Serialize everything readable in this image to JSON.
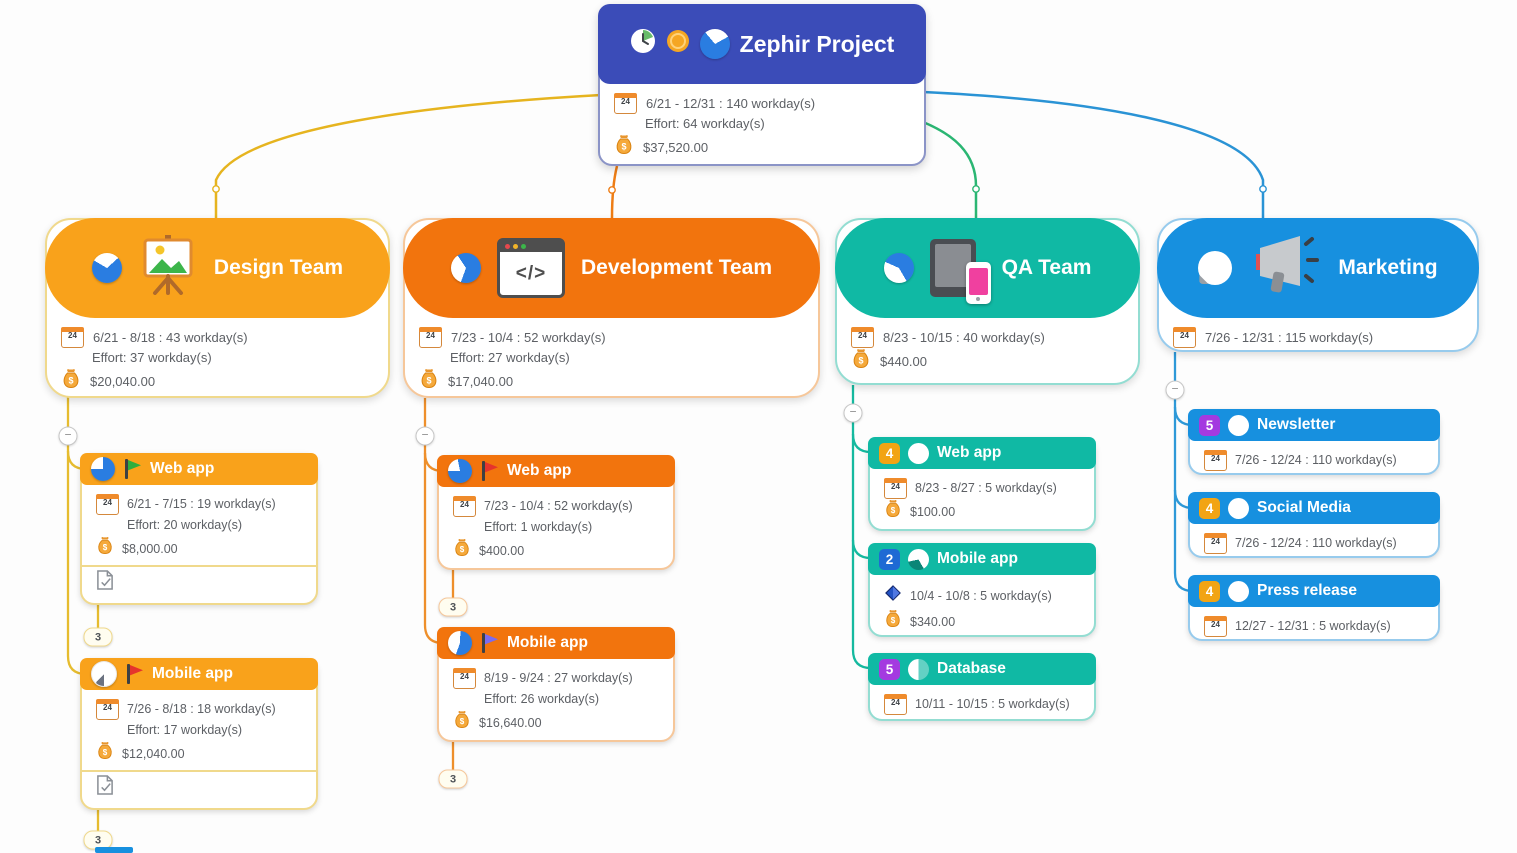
{
  "ui": {
    "calendar_day": "24",
    "collapse_glyph": "−",
    "code_glyph": "</>",
    "money_glyph": "$"
  },
  "icons": {
    "calendar-icon": "calendar page with day number",
    "money-bag-icon": "money bag",
    "note-icon": "note document with check",
    "progress-pie-icon": "pie-chart progress circle",
    "flag-icon": "milestone flag",
    "collapse-icon": "minus circle",
    "expand-count-badge": "rounded pill with hidden-children count",
    "easel-icon": "painting on easel",
    "code-window-icon": "browser window with code glyph",
    "device-icon": "tablet with phone",
    "megaphone-icon": "megaphone with sound dashes",
    "diamond-icon": "blue milestone diamond",
    "clock-icon": "clock face",
    "coin-icon": "orange coin"
  },
  "root": {
    "title": "Zephir Project",
    "date": "6/21 - 12/31 : 140 workday(s)",
    "effort": "Effort: 64 workday(s)",
    "cost": "$37,520.00",
    "header_color": "#3b4cb8"
  },
  "branches": [
    {
      "title": "Design Team",
      "color": "#f9a21b",
      "date": "6/21 - 8/18 : 43 workday(s)",
      "effort": "Effort: 37 workday(s)",
      "cost": "$20,040.00",
      "children": [
        {
          "title": "Web app",
          "flag_color": "green",
          "date": "6/21 - 7/15 : 19 workday(s)",
          "effort": "Effort: 20 workday(s)",
          "cost": "$8,000.00",
          "has_note": true,
          "collapsed_count": "3"
        },
        {
          "title": "Mobile app",
          "flag_color": "red",
          "date": "7/26 - 8/18 : 18 workday(s)",
          "effort": "Effort: 17 workday(s)",
          "cost": "$12,040.00",
          "has_note": true,
          "collapsed_count": "3"
        }
      ]
    },
    {
      "title": "Development Team",
      "color": "#f2740d",
      "date": "7/23 - 10/4 : 52 workday(s)",
      "effort": "Effort: 27 workday(s)",
      "cost": "$17,040.00",
      "children": [
        {
          "title": "Web app",
          "flag_color": "red",
          "date": "7/23 - 10/4 : 52 workday(s)",
          "effort": "Effort: 1 workday(s)",
          "cost": "$400.00",
          "collapsed_count": "3"
        },
        {
          "title": "Mobile app",
          "flag_color": "violet",
          "date": "8/19 - 9/24 : 27 workday(s)",
          "effort": "Effort: 26 workday(s)",
          "cost": "$16,640.00",
          "collapsed_count": "3"
        }
      ]
    },
    {
      "title": "QA Team",
      "color": "#10b9a4",
      "date": "8/23 - 10/15 : 40 workday(s)",
      "cost": "$440.00",
      "children": [
        {
          "title": "Web app",
          "priority": "4",
          "date": "8/23 - 8/27 : 5 workday(s)",
          "cost": "$100.00"
        },
        {
          "title": "Mobile app",
          "priority": "2",
          "date": "10/4 - 10/8 : 5 workday(s)",
          "cost": "$340.00",
          "milestone": true
        },
        {
          "title": "Database",
          "priority": "5",
          "date": "10/11 - 10/15 : 5 workday(s)"
        }
      ]
    },
    {
      "title": "Marketing",
      "color": "#1790df",
      "date": "7/26 - 12/31 : 115 workday(s)",
      "children": [
        {
          "title": "Newsletter",
          "priority": "5",
          "date": "7/26 - 12/24 : 110 workday(s)"
        },
        {
          "title": "Social Media",
          "priority": "4",
          "date": "7/26 - 12/24 : 110 workday(s)"
        },
        {
          "title": "Press release",
          "priority": "4",
          "date": "12/27 - 12/31 : 5 workday(s)"
        }
      ]
    }
  ]
}
